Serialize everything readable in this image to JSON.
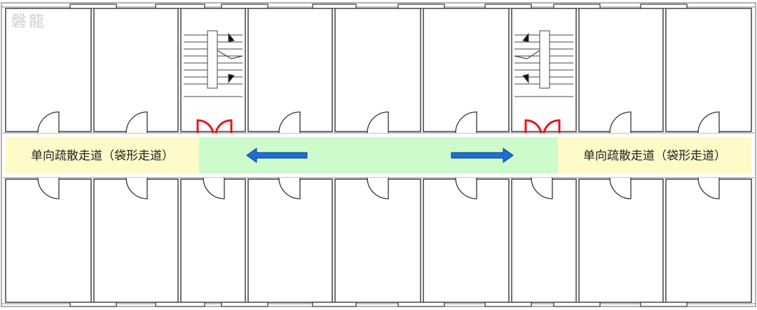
{
  "watermark": "磐龍",
  "corridor_left_label": "单向疏散走道（袋形走道）",
  "corridor_right_label": "单向疏散走道（袋形走道）",
  "colors": {
    "dead_end_corridor": "#fefbc8",
    "two_way_corridor": "#ccfbcc",
    "arrow": "#1d6fd3",
    "fire_door": "#e8141b"
  },
  "icons": {
    "left_arrow": "arrow-left-icon",
    "right_arrow": "arrow-right-icon"
  }
}
